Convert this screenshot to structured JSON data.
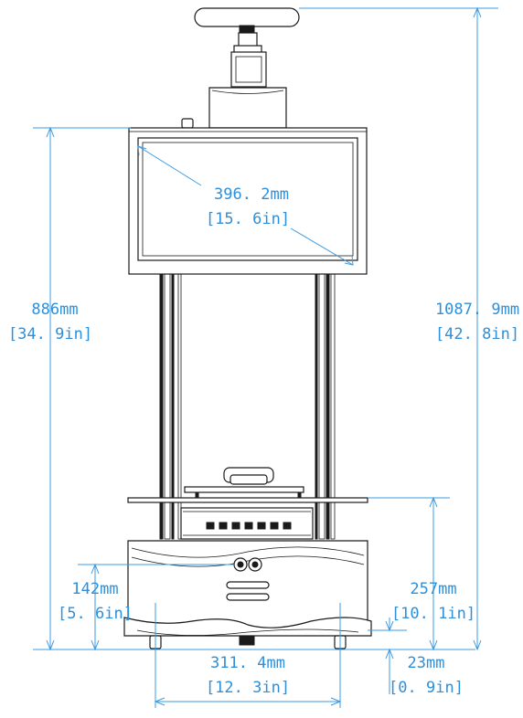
{
  "dimensions": {
    "screen_diagonal": {
      "value": "396. 2mm",
      "imperial": "[15. 6in]"
    },
    "tray_height": {
      "value": "886mm",
      "imperial": "[34. 9in]"
    },
    "total_height": {
      "value": "1087. 9mm",
      "imperial": "[42. 8in]"
    },
    "base_height": {
      "value": "257mm",
      "imperial": "[10. 1in]"
    },
    "front_height": {
      "value": "142mm",
      "imperial": "[5. 6in]"
    },
    "clearance": {
      "value": "23mm",
      "imperial": "[0. 9in]"
    },
    "wheel_track": {
      "value": "311. 4mm",
      "imperial": "[12. 3in]"
    }
  },
  "colors": {
    "dimension": "#2f8fd8",
    "drawing": "#1a1a1a",
    "background": "#ffffff"
  }
}
